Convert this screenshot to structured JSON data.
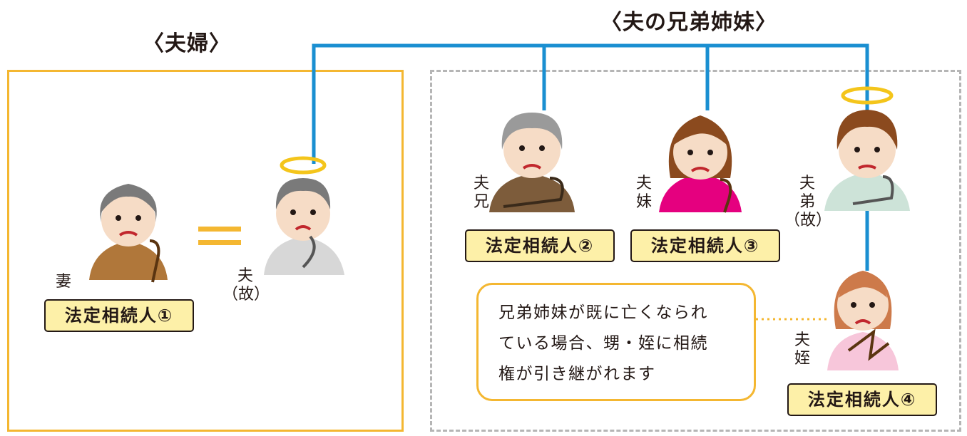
{
  "titles": {
    "couple": "〈夫婦〉",
    "siblings": "〈夫の兄弟姉妹〉"
  },
  "people": {
    "wife": {
      "label": "妻",
      "icon": "elderly-woman-icon"
    },
    "husband": {
      "label": "夫\n（故）",
      "icon": "deceased-elderly-man-icon"
    },
    "older_brother": {
      "label": "夫\n兄",
      "icon": "elderly-man-icon"
    },
    "younger_sister": {
      "label": "夫\n妹",
      "icon": "woman-icon"
    },
    "younger_brother": {
      "label": "夫\n弟\n（故）",
      "icon": "deceased-man-icon"
    },
    "niece": {
      "label": "夫\n姪",
      "icon": "girl-icon"
    }
  },
  "heirs": [
    "法定相続人①",
    "法定相続人②",
    "法定相続人③",
    "法定相続人④"
  ],
  "note": {
    "line1": "兄弟姉妹が既に亡くなられ",
    "line2": "ている場合、甥・姪に相続",
    "line3": "権が引き継がれます"
  },
  "colors": {
    "connector": "#1a8fd1",
    "couple_frame": "#f4b731",
    "sibling_frame": "#b5b5b5",
    "heir_badge": "#fdf0a8"
  }
}
